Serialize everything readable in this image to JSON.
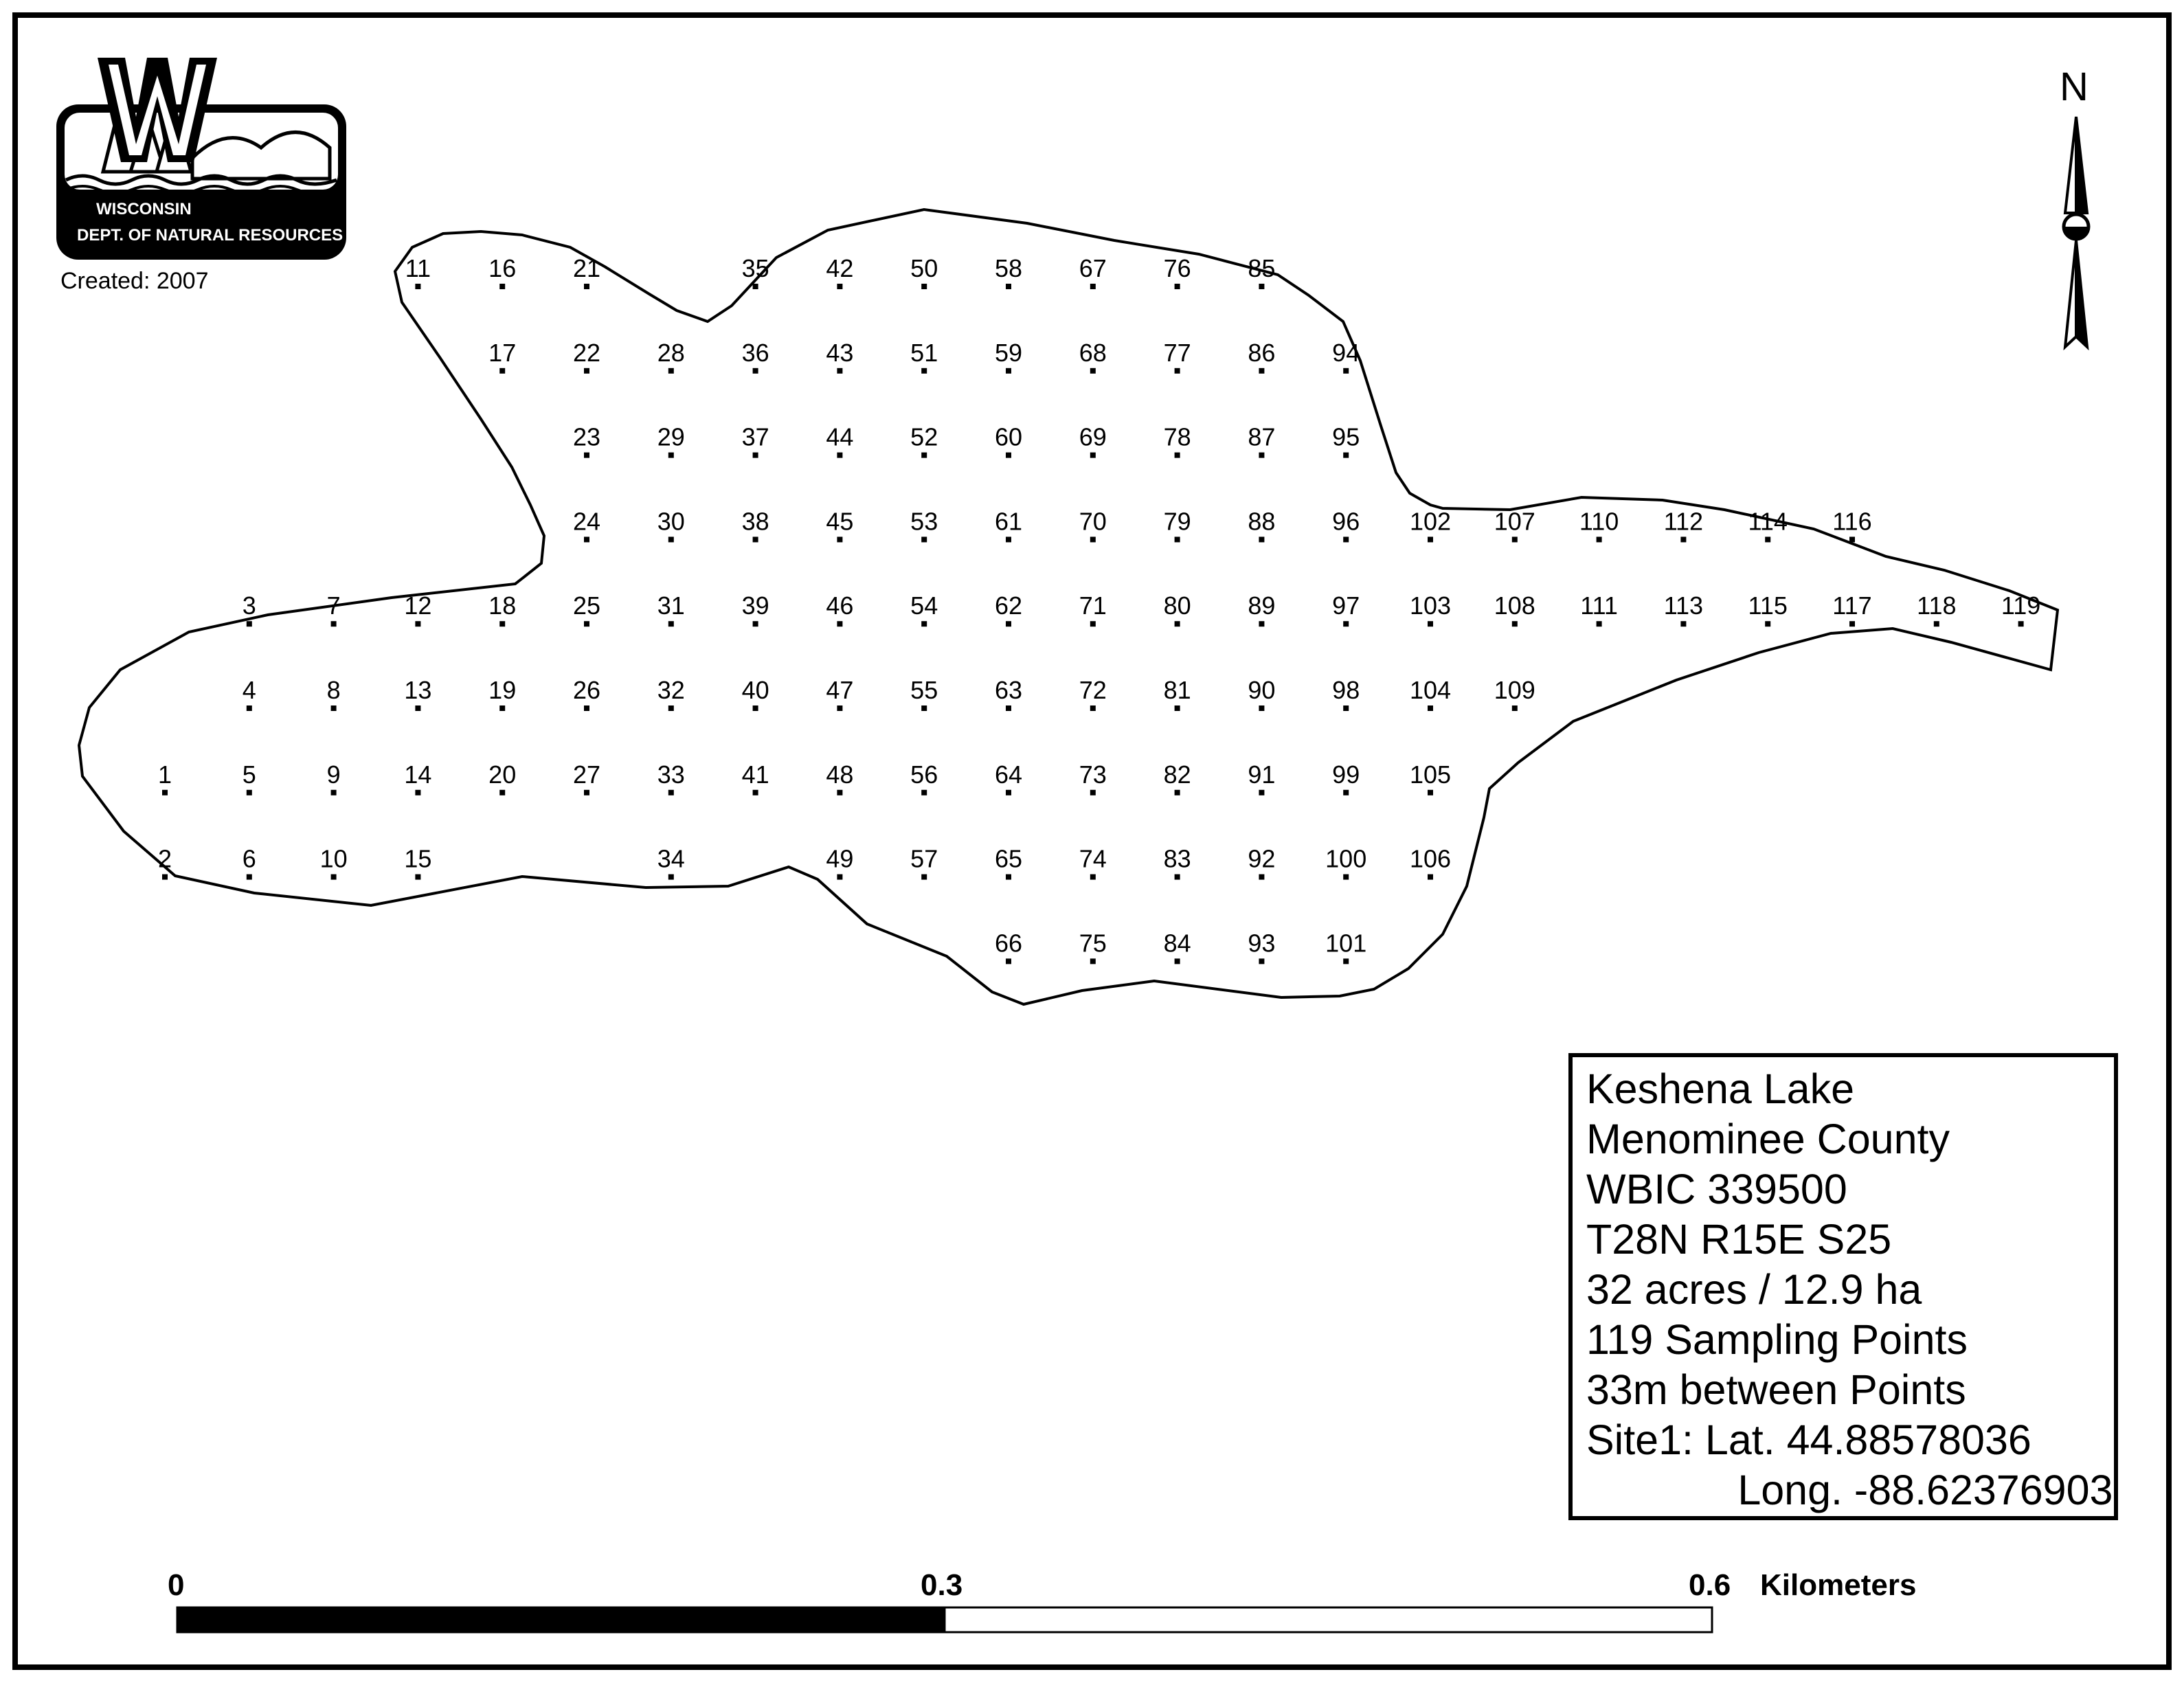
{
  "map": {
    "created_label": "Created: 2007",
    "north_label": "N",
    "logo": {
      "line1": "WISCONSIN",
      "line2": "DEPT. OF NATURAL RESOURCES"
    },
    "scale_bar": {
      "label_start": "0",
      "label_mid": "0.3",
      "label_end": "0.6",
      "unit": "Kilometers"
    },
    "info_box": {
      "lines": [
        "Keshena Lake",
        "Menominee County",
        "WBIC 339500",
        "T28N R15E S25",
        "32 acres / 12.9 ha",
        "119 Sampling Points",
        "33m between Points",
        "Site1: Lat. 44.88578036",
        "             Long. -88.62376903"
      ]
    },
    "sampling_points": {
      "labels": [
        "1",
        "2",
        "3",
        "4",
        "5",
        "6",
        "7",
        "8",
        "9",
        "10",
        "11",
        "12",
        "13",
        "14",
        "15",
        "16",
        "17",
        "18",
        "19",
        "20",
        "21",
        "22",
        "23",
        "24",
        "25",
        "26",
        "27",
        "28",
        "29",
        "30",
        "31",
        "32",
        "33",
        "34",
        "35",
        "36",
        "37",
        "38",
        "39",
        "40",
        "41",
        "42",
        "43",
        "44",
        "45",
        "46",
        "47",
        "48",
        "49",
        "50",
        "51",
        "52",
        "53",
        "54",
        "55",
        "56",
        "57",
        "58",
        "59",
        "60",
        "61",
        "62",
        "63",
        "64",
        "65",
        "66",
        "67",
        "68",
        "69",
        "70",
        "71",
        "72",
        "73",
        "74",
        "75",
        "76",
        "77",
        "78",
        "79",
        "80",
        "81",
        "82",
        "83",
        "84",
        "85",
        "86",
        "87",
        "88",
        "89",
        "90",
        "91",
        "92",
        "93",
        "94",
        "95",
        "96",
        "97",
        "98",
        "99",
        "100",
        "101",
        "102",
        "103",
        "104",
        "105",
        "106",
        "107",
        "108",
        "109",
        "110",
        "111",
        "112",
        "113",
        "114",
        "115",
        "116",
        "117",
        "118",
        "119"
      ]
    }
  }
}
